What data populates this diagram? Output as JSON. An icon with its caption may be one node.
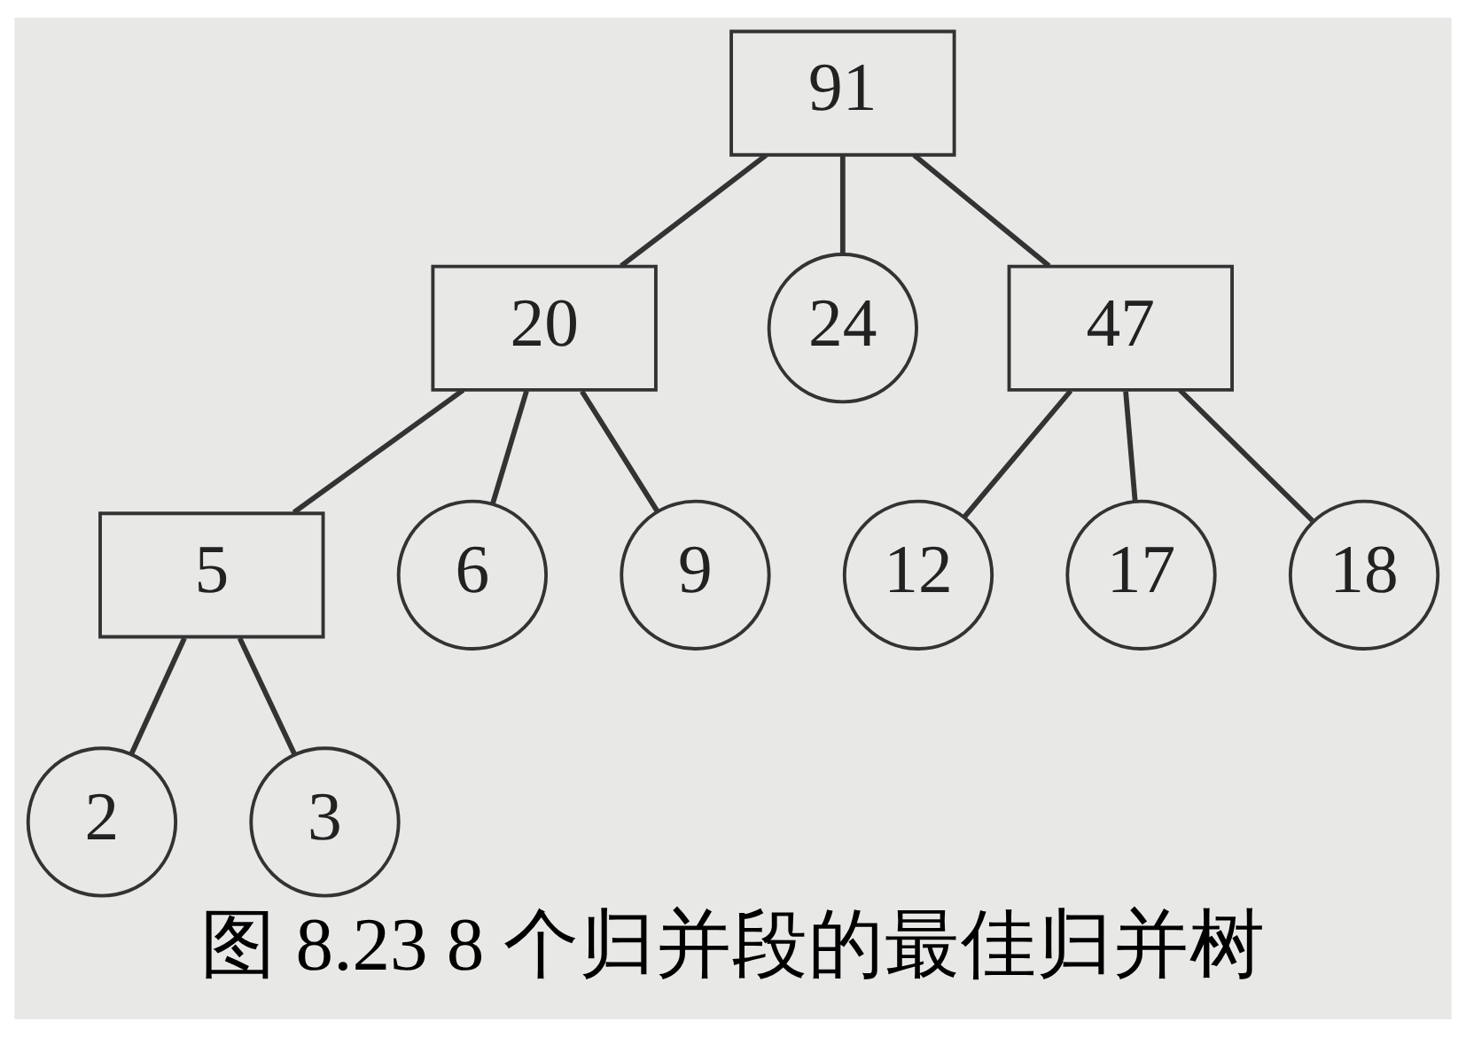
{
  "diagram": {
    "caption": "图 8.23 8 个归并段的最佳归并树",
    "nodes": [
      {
        "text": [
          "2"
        ]
      },
      {
        "text": [
          "3"
        ]
      },
      {
        "text": [
          "5"
        ]
      },
      {
        "text": [
          "6"
        ]
      },
      {
        "text": [
          "9"
        ]
      },
      {
        "text": [
          "12"
        ]
      },
      {
        "text": [
          "17"
        ]
      },
      {
        "text": [
          "18"
        ]
      },
      {
        "text": [
          "20"
        ]
      },
      {
        "text": [
          "24"
        ]
      },
      {
        "text": [
          "47"
        ]
      },
      {
        "text": [
          "91"
        ]
      }
    ],
    "edges": [
      {
        "from": 0,
        "to": 2,
        "arrow": "none"
      },
      {
        "from": 1,
        "to": 2,
        "arrow": "none"
      },
      {
        "from": 2,
        "to": 8,
        "arrow": "none"
      },
      {
        "from": 3,
        "to": 8,
        "arrow": "none"
      },
      {
        "from": 4,
        "to": 8,
        "arrow": "none"
      },
      {
        "from": 5,
        "to": 10,
        "arrow": "none"
      },
      {
        "from": 6,
        "to": 10,
        "arrow": "none"
      },
      {
        "from": 7,
        "to": 10,
        "arrow": "none"
      },
      {
        "from": 8,
        "to": 11,
        "arrow": "none"
      },
      {
        "from": 9,
        "to": 11,
        "arrow": "none"
      },
      {
        "from": 10,
        "to": 11,
        "arrow": "none"
      }
    ]
  }
}
